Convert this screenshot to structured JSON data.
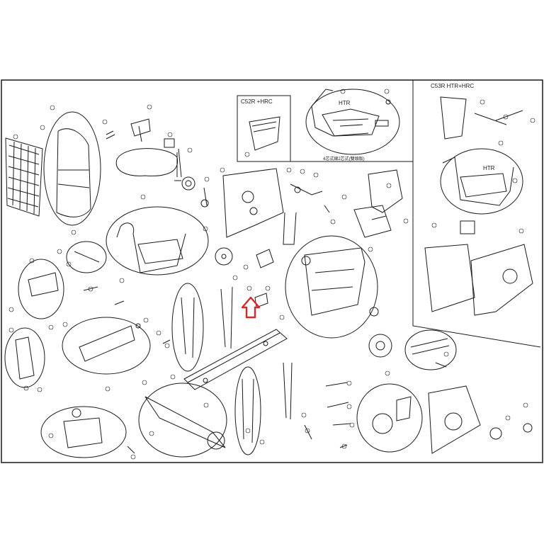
{
  "diagram": {
    "kind": "exploded parts diagram",
    "line_color": "#1a1a1a",
    "highlight_color": "#d42a2a",
    "insets": [
      {
        "id": "c52r",
        "title": "C52R +HRC"
      },
      {
        "id": "htr_top",
        "title": "HTR",
        "caption": "4芯式線2芯式(雙頭版)"
      },
      {
        "id": "c53r",
        "title": "C53R HTR+HRC",
        "sub_label": "HTR"
      }
    ],
    "highlight": {
      "icon": "arrow-up-icon"
    }
  }
}
